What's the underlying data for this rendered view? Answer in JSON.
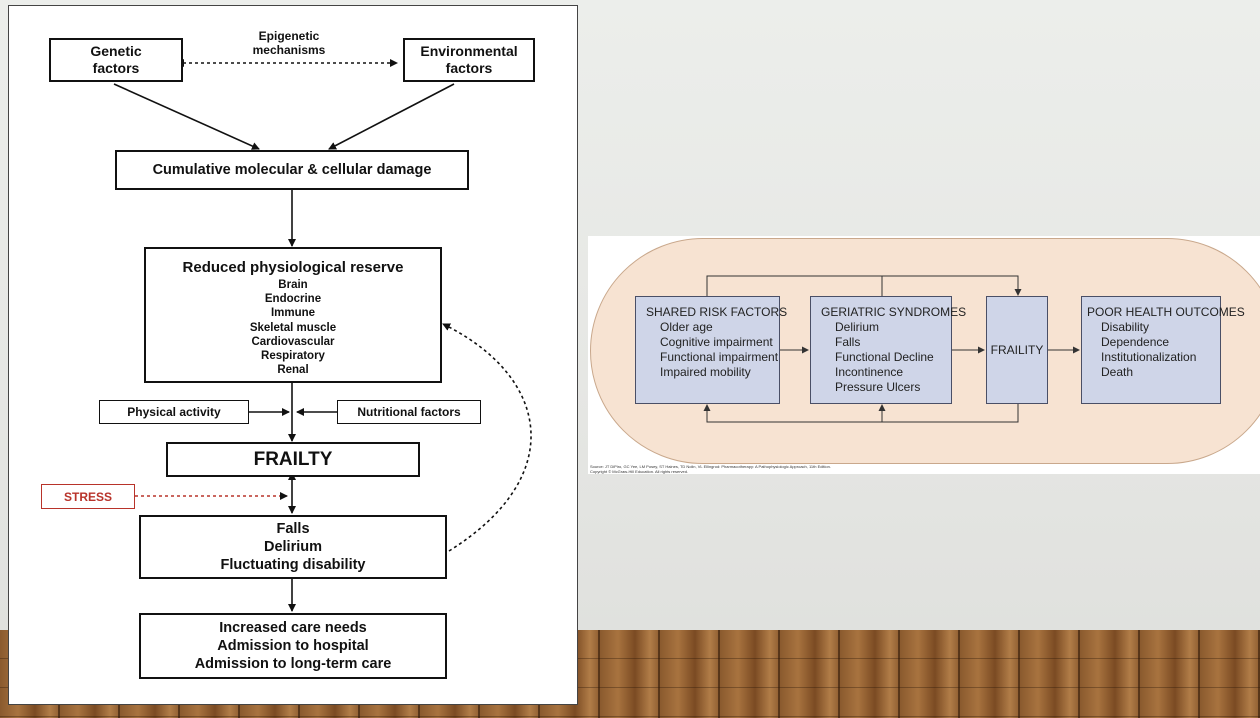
{
  "left_diagram": {
    "genetic": [
      "Genetic",
      "factors"
    ],
    "epigenetic": [
      "Epigenetic",
      "mechanisms"
    ],
    "environmental": [
      "Environmental",
      "factors"
    ],
    "damage": "Cumulative molecular & cellular damage",
    "reserve_title": "Reduced physiological reserve",
    "reserve_items": [
      "Brain",
      "Endocrine",
      "Immune",
      "Skeletal muscle",
      "Cardiovascular",
      "Respiratory",
      "Renal"
    ],
    "physical_activity": "Physical activity",
    "nutritional": "Nutritional factors",
    "frailty": "FRAILTY",
    "stress": "STRESS",
    "outcomes": [
      "Falls",
      "Delirium",
      "Fluctuating disability"
    ],
    "care": [
      "Increased care needs",
      "Admission to hospital",
      "Admission to long-term care"
    ],
    "colors": {
      "stress": "#b8332a"
    }
  },
  "right_diagram": {
    "shared": {
      "title": "SHARED RISK FACTORS",
      "items": [
        "Older age",
        "Cognitive impairment",
        "Functional impairment",
        "Impaired mobility"
      ]
    },
    "geriatric": {
      "title": "GERIATRIC SYNDROMES",
      "items": [
        "Delirium",
        "Falls",
        "Functional Decline",
        "Incontinence",
        "Pressure Ulcers"
      ]
    },
    "frailty": "FRAILITY",
    "poor": {
      "title": "POOR HEALTH OUTCOMES",
      "items": [
        "Disability",
        "Dependence",
        "Institutionalization",
        "Death"
      ]
    },
    "source_line1": "Source: JT DiPiro, GC Yee, LM Posey, ST Haines, TD Nolin, VL Ellingrod: Pharmacotherapy: A Pathophysiologic Approach, 11th Edition.",
    "source_line2": "Copyright © McGraw-Hill Education. All rights reserved.",
    "colors": {
      "pill": "#f7e3d2",
      "box": "#cfd5e8"
    }
  }
}
